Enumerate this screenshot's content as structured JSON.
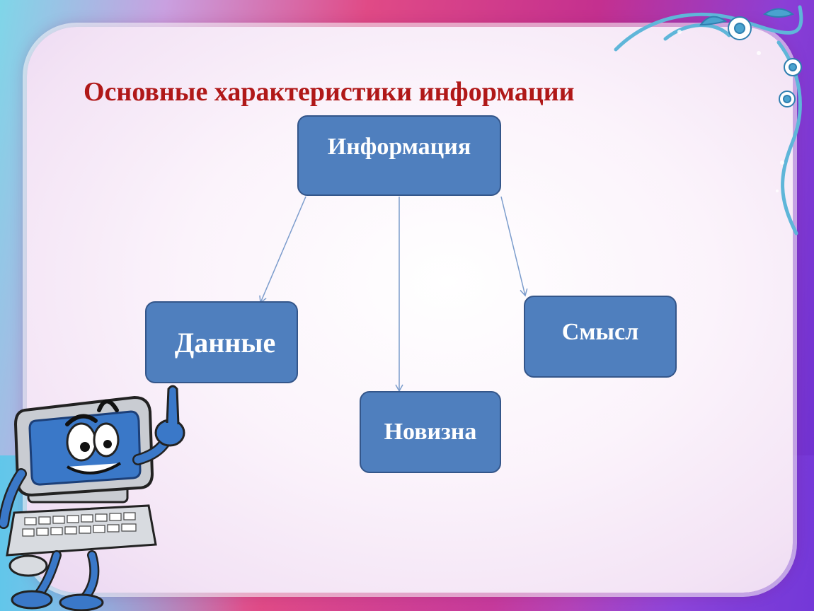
{
  "slide": {
    "title": "Основные характеристики информации"
  },
  "diagram": {
    "root": {
      "label": "Информация"
    },
    "children": [
      {
        "label": "Данные"
      },
      {
        "label": "Новизна"
      },
      {
        "label": "Смысл"
      }
    ]
  },
  "colors": {
    "box_fill": "#4f7fbe",
    "box_border": "#34568a",
    "title": "#b01818",
    "arrow": "#7b9ccc"
  },
  "icons": {
    "decoration": "swirl-ornament-icon",
    "mascot": "computer-mascot-icon"
  }
}
